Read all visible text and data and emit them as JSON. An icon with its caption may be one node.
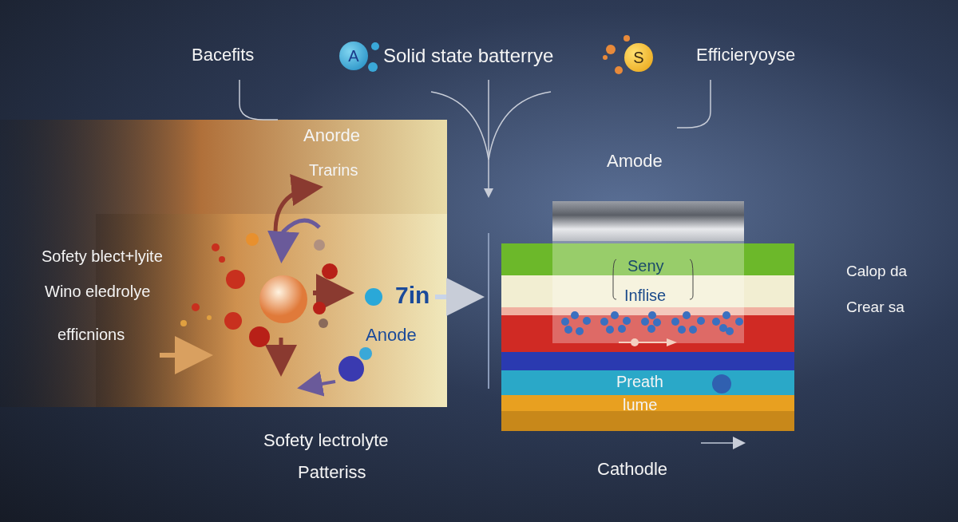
{
  "diagram": {
    "title": "Solid state batterrye",
    "labels": [
      "Bacefits",
      "A",
      "S",
      "Efficieryoyse",
      "Anorde",
      "Trarins",
      "Amode",
      "Sofety blect+lyite",
      "Wino eledrolye",
      "efficnions",
      "7in",
      "Anode",
      "Seny",
      "Inflise",
      "Calop da",
      "Crear sa",
      "Preath",
      "lume",
      "Sofety lectrolyte",
      "Patteriss",
      "Cathodle"
    ]
  }
}
